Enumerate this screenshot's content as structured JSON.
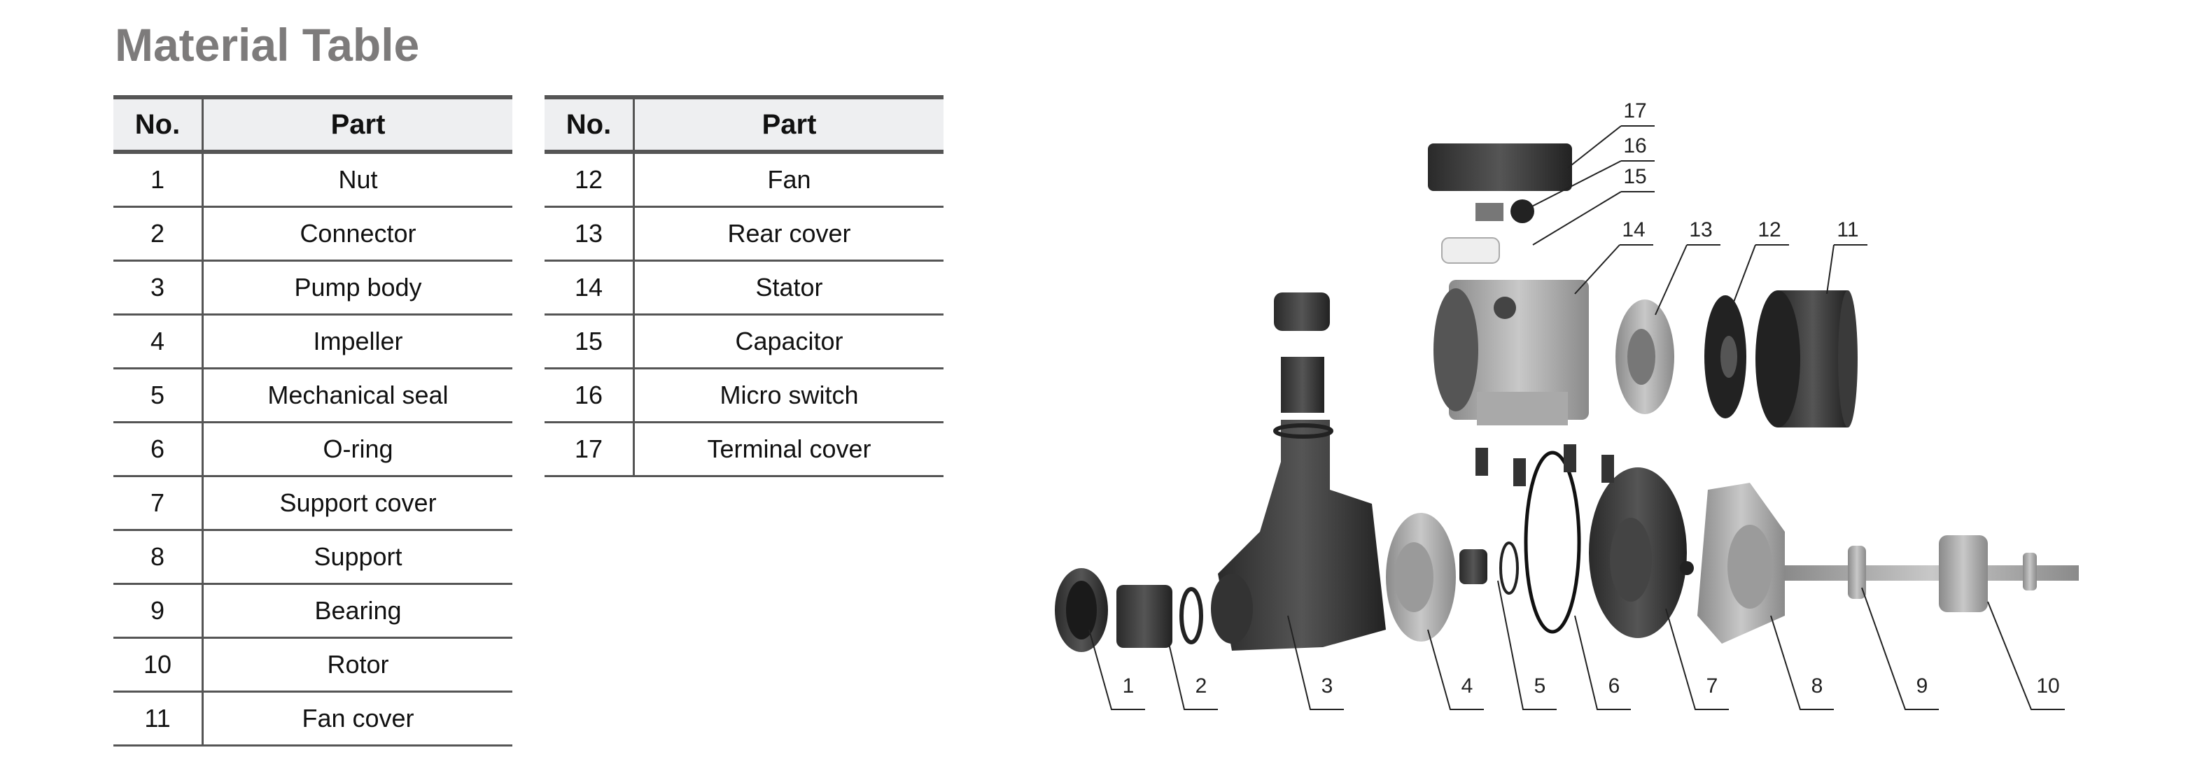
{
  "title": "Material Table",
  "table_headers": {
    "no": "No.",
    "part": "Part"
  },
  "left_table": [
    {
      "no": "1",
      "part": "Nut"
    },
    {
      "no": "2",
      "part": "Connector"
    },
    {
      "no": "3",
      "part": "Pump body"
    },
    {
      "no": "4",
      "part": "Impeller"
    },
    {
      "no": "5",
      "part": "Mechanical seal"
    },
    {
      "no": "6",
      "part": "O-ring"
    },
    {
      "no": "7",
      "part": "Support cover"
    },
    {
      "no": "8",
      "part": "Support"
    },
    {
      "no": "9",
      "part": "Bearing"
    },
    {
      "no": "10",
      "part": "Rotor"
    },
    {
      "no": "11",
      "part": "Fan cover"
    }
  ],
  "right_table": [
    {
      "no": "12",
      "part": "Fan"
    },
    {
      "no": "13",
      "part": "Rear cover"
    },
    {
      "no": "14",
      "part": "Stator"
    },
    {
      "no": "15",
      "part": "Capacitor"
    },
    {
      "no": "16",
      "part": "Micro switch"
    },
    {
      "no": "17",
      "part": "Terminal cover"
    }
  ],
  "diagram_labels": {
    "bottom": [
      "1",
      "2",
      "3",
      "4",
      "5",
      "6",
      "7",
      "8",
      "9",
      "10"
    ],
    "top": [
      "17",
      "16",
      "15",
      "14",
      "13",
      "12",
      "11"
    ]
  }
}
